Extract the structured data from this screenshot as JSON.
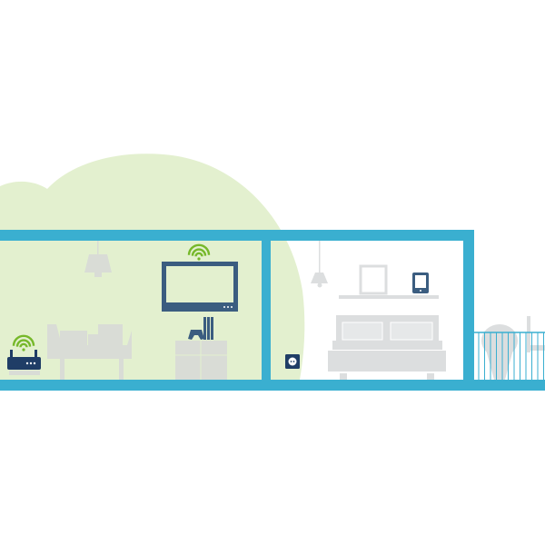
{
  "illustration": {
    "scene": "home-network",
    "rooms": [
      "living-room",
      "bedroom",
      "balcony"
    ],
    "devices": [
      "router",
      "tv",
      "game-console",
      "tablet",
      "power-socket"
    ],
    "icons": [
      "wifi-icon",
      "router-icon",
      "tv-icon",
      "game-controller-icon",
      "tablet-icon",
      "socket-icon",
      "lamp-icon",
      "sofa-icon",
      "bed-icon",
      "picture-frame-icon",
      "plant-icon"
    ]
  },
  "colors": {
    "wall": "#3aafd0",
    "coverage": "#e3f0cf",
    "wifi": "#76b82a",
    "device": "#3b5d80",
    "router": "#1f3d66",
    "furniture": "#d9dcd6",
    "bedroom_furniture": "#dcdedf",
    "background": "#ffffff"
  }
}
